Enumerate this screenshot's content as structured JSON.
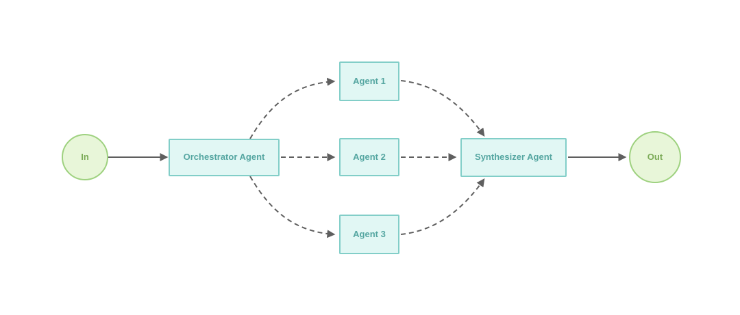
{
  "diagram": {
    "type": "flowchart",
    "direction": "left-to-right",
    "colors": {
      "edge": "#5f5f5f",
      "box_fill": "#e1f7f4",
      "box_border": "#82cec8",
      "box_text": "#55a6a1",
      "circle_fill": "#e8f6d9",
      "circle_border": "#9ed17f",
      "circle_text": "#7cab58",
      "background": "#ffffff"
    },
    "nodes": {
      "input": {
        "label": "In",
        "shape": "circle"
      },
      "orchestrator": {
        "label": "Orchestrator Agent",
        "shape": "rectangle"
      },
      "agent1": {
        "label": "Agent 1",
        "shape": "rectangle"
      },
      "agent2": {
        "label": "Agent 2",
        "shape": "rectangle"
      },
      "agent3": {
        "label": "Agent 3",
        "shape": "rectangle"
      },
      "synthesizer": {
        "label": "Synthesizer Agent",
        "shape": "rectangle"
      },
      "output": {
        "label": "Out",
        "shape": "circle"
      }
    },
    "edges": [
      {
        "from": "In",
        "to": "Orchestrator Agent",
        "style": "solid",
        "arrow": true
      },
      {
        "from": "Orchestrator Agent",
        "to": "Agent 1",
        "style": "dashed",
        "arrow": true
      },
      {
        "from": "Orchestrator Agent",
        "to": "Agent 2",
        "style": "dashed",
        "arrow": true
      },
      {
        "from": "Orchestrator Agent",
        "to": "Agent 3",
        "style": "dashed",
        "arrow": true
      },
      {
        "from": "Agent 1",
        "to": "Synthesizer Agent",
        "style": "dashed",
        "arrow": true
      },
      {
        "from": "Agent 2",
        "to": "Synthesizer Agent",
        "style": "dashed",
        "arrow": true
      },
      {
        "from": "Agent 3",
        "to": "Synthesizer Agent",
        "style": "dashed",
        "arrow": true
      },
      {
        "from": "Synthesizer Agent",
        "to": "Out",
        "style": "solid",
        "arrow": true
      }
    ]
  }
}
